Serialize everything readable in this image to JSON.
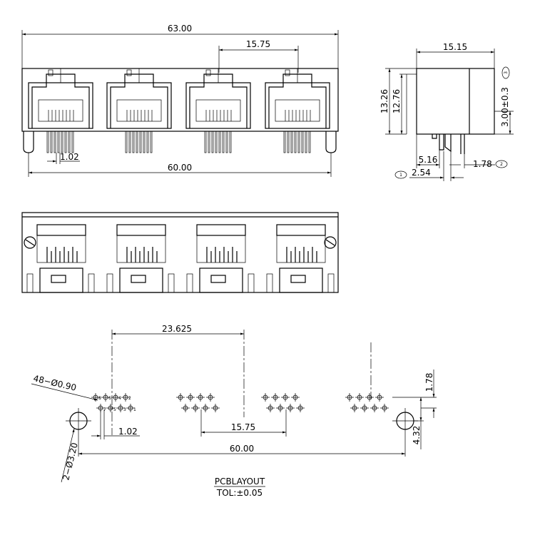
{
  "front_view": {
    "overall_width": "63.00",
    "port_pitch": "15.75",
    "pin_pitch": "1.02",
    "peg_span": "60.00"
  },
  "side_view": {
    "depth": "15.15",
    "height_total": "13.26",
    "height_body": "12.76",
    "pin_length": "3.00±0.3",
    "pin_length_note": "3",
    "pin_offset": "5.16",
    "pin_spacing": "2.54",
    "pin_spacing_note": "1",
    "pin_to_edge": "1.78",
    "pin_to_edge_note": "2"
  },
  "pcb_layout": {
    "hole_callout": "48−Ø0.90",
    "peg_hole_callout": "2−Ø3.20",
    "center_to_port": "23.625",
    "port_pitch": "15.75",
    "pin_pitch": "1.02",
    "peg_span": "60.00",
    "row_offset": "1.78",
    "peg_offset": "4.32",
    "pin_numbers_top": [
      "8",
      "6",
      "4",
      "2"
    ],
    "pin_numbers_bottom": [
      "7",
      "5",
      "3",
      "1"
    ],
    "title": "PCBLAYOUT",
    "tolerance": "TOL:±0.05"
  }
}
